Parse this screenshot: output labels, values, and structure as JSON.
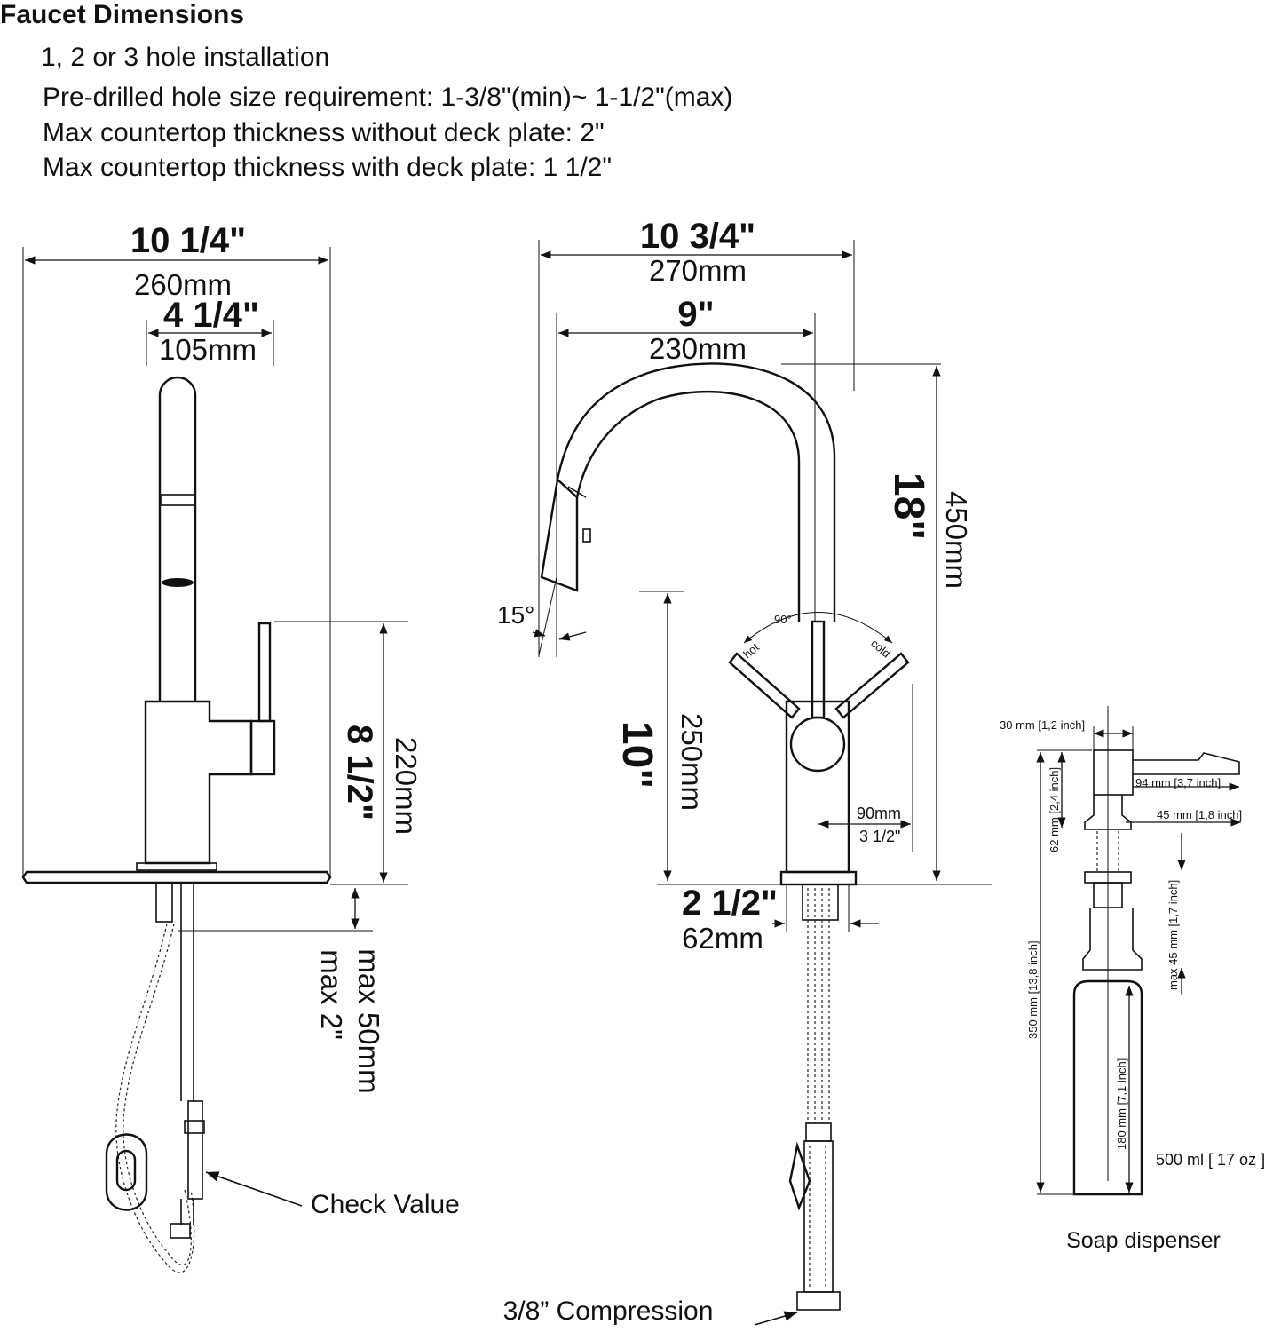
{
  "header": {
    "title": "Faucet Dimensions",
    "lines": [
      "1, 2 or 3 hole installation",
      "Pre-drilled hole size requirement: 1-3/8\"(min)~ 1-1/2\"(max)",
      "Max countertop thickness without deck plate: 2\"",
      "Max countertop thickness with deck plate: 1 1/2\""
    ]
  },
  "side_view": {
    "width_in": "10 1/4\"",
    "width_mm": "260mm",
    "spout_in": "4 1/4\"",
    "spout_mm": "105mm",
    "height_in": "8 1/2\"",
    "height_mm": "220mm",
    "deck_in": "max 2\"",
    "deck_mm": "max 50mm",
    "check_label": "Check Value"
  },
  "front_view": {
    "reach_in": "10 3/4\"",
    "reach_mm": "270mm",
    "spout_in": "9\"",
    "spout_mm": "230mm",
    "angle": "15°",
    "height_in": "18\"",
    "height_mm": "450mm",
    "outlet_in": "10\"",
    "outlet_mm": "250mm",
    "handle_mm": "90mm",
    "handle_in": "3 1/2\"",
    "base_in": "2 1/2\"",
    "base_mm": "62mm",
    "rotation": "90°",
    "hot": "hot",
    "cold": "cold",
    "compression": "3/8” Compression"
  },
  "soap": {
    "w30": "30 mm [1,2 inch]",
    "w94": "94 mm [3,7 inch]",
    "h62": "62 mm [2,4 inch]",
    "w45": "45 mm [1,8 inch]",
    "max45": "max 45 mm [1,7 inch]",
    "h350": "350 mm [13,8 inch]",
    "h180": "180 mm [7,1 inch]",
    "volume": "500 ml [ 17 oz ]",
    "caption": "Soap dispenser"
  }
}
